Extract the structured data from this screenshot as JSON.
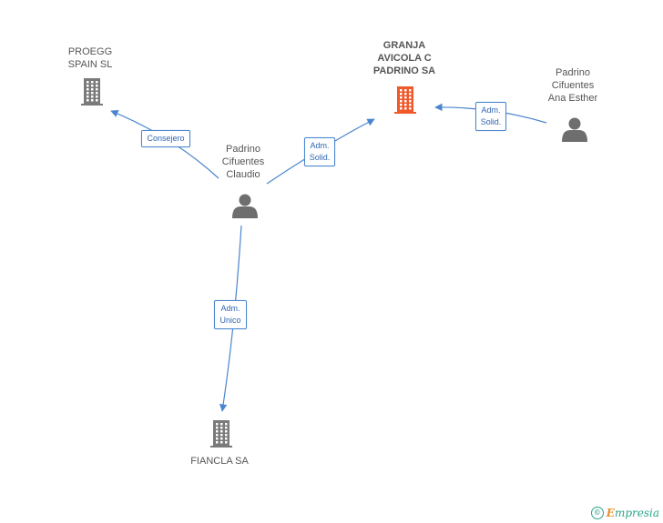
{
  "nodes": [
    {
      "id": "proegg",
      "type": "company",
      "label": "PROEGG\nSPAIN  SL",
      "focus": false
    },
    {
      "id": "granja",
      "type": "company",
      "label": "GRANJA\nAVICOLA C\nPADRINO SA",
      "focus": true
    },
    {
      "id": "claudio",
      "type": "person",
      "label": "Padrino\nCifuentes\nClaudio",
      "focus": false
    },
    {
      "id": "ana",
      "type": "person",
      "label": "Padrino\nCifuentes\nAna Esther",
      "focus": false
    },
    {
      "id": "fiancla",
      "type": "company",
      "label": "FIANCLA SA",
      "focus": false
    }
  ],
  "edges": [
    {
      "from": "claudio",
      "to": "proegg",
      "label": "Consejero"
    },
    {
      "from": "claudio",
      "to": "granja",
      "label": "Adm.\nSolid."
    },
    {
      "from": "ana",
      "to": "granja",
      "label": "Adm.\nSolid."
    },
    {
      "from": "claudio",
      "to": "fiancla",
      "label": "Adm.\nUnico"
    }
  ],
  "colors": {
    "company": "#7a7a7a",
    "company_focus": "#f0582a",
    "person": "#6e6e6e",
    "edge": "#4a86d0"
  },
  "footer": {
    "copyright_symbol": "©",
    "brand_first": "E",
    "brand_rest": "mpresia"
  }
}
